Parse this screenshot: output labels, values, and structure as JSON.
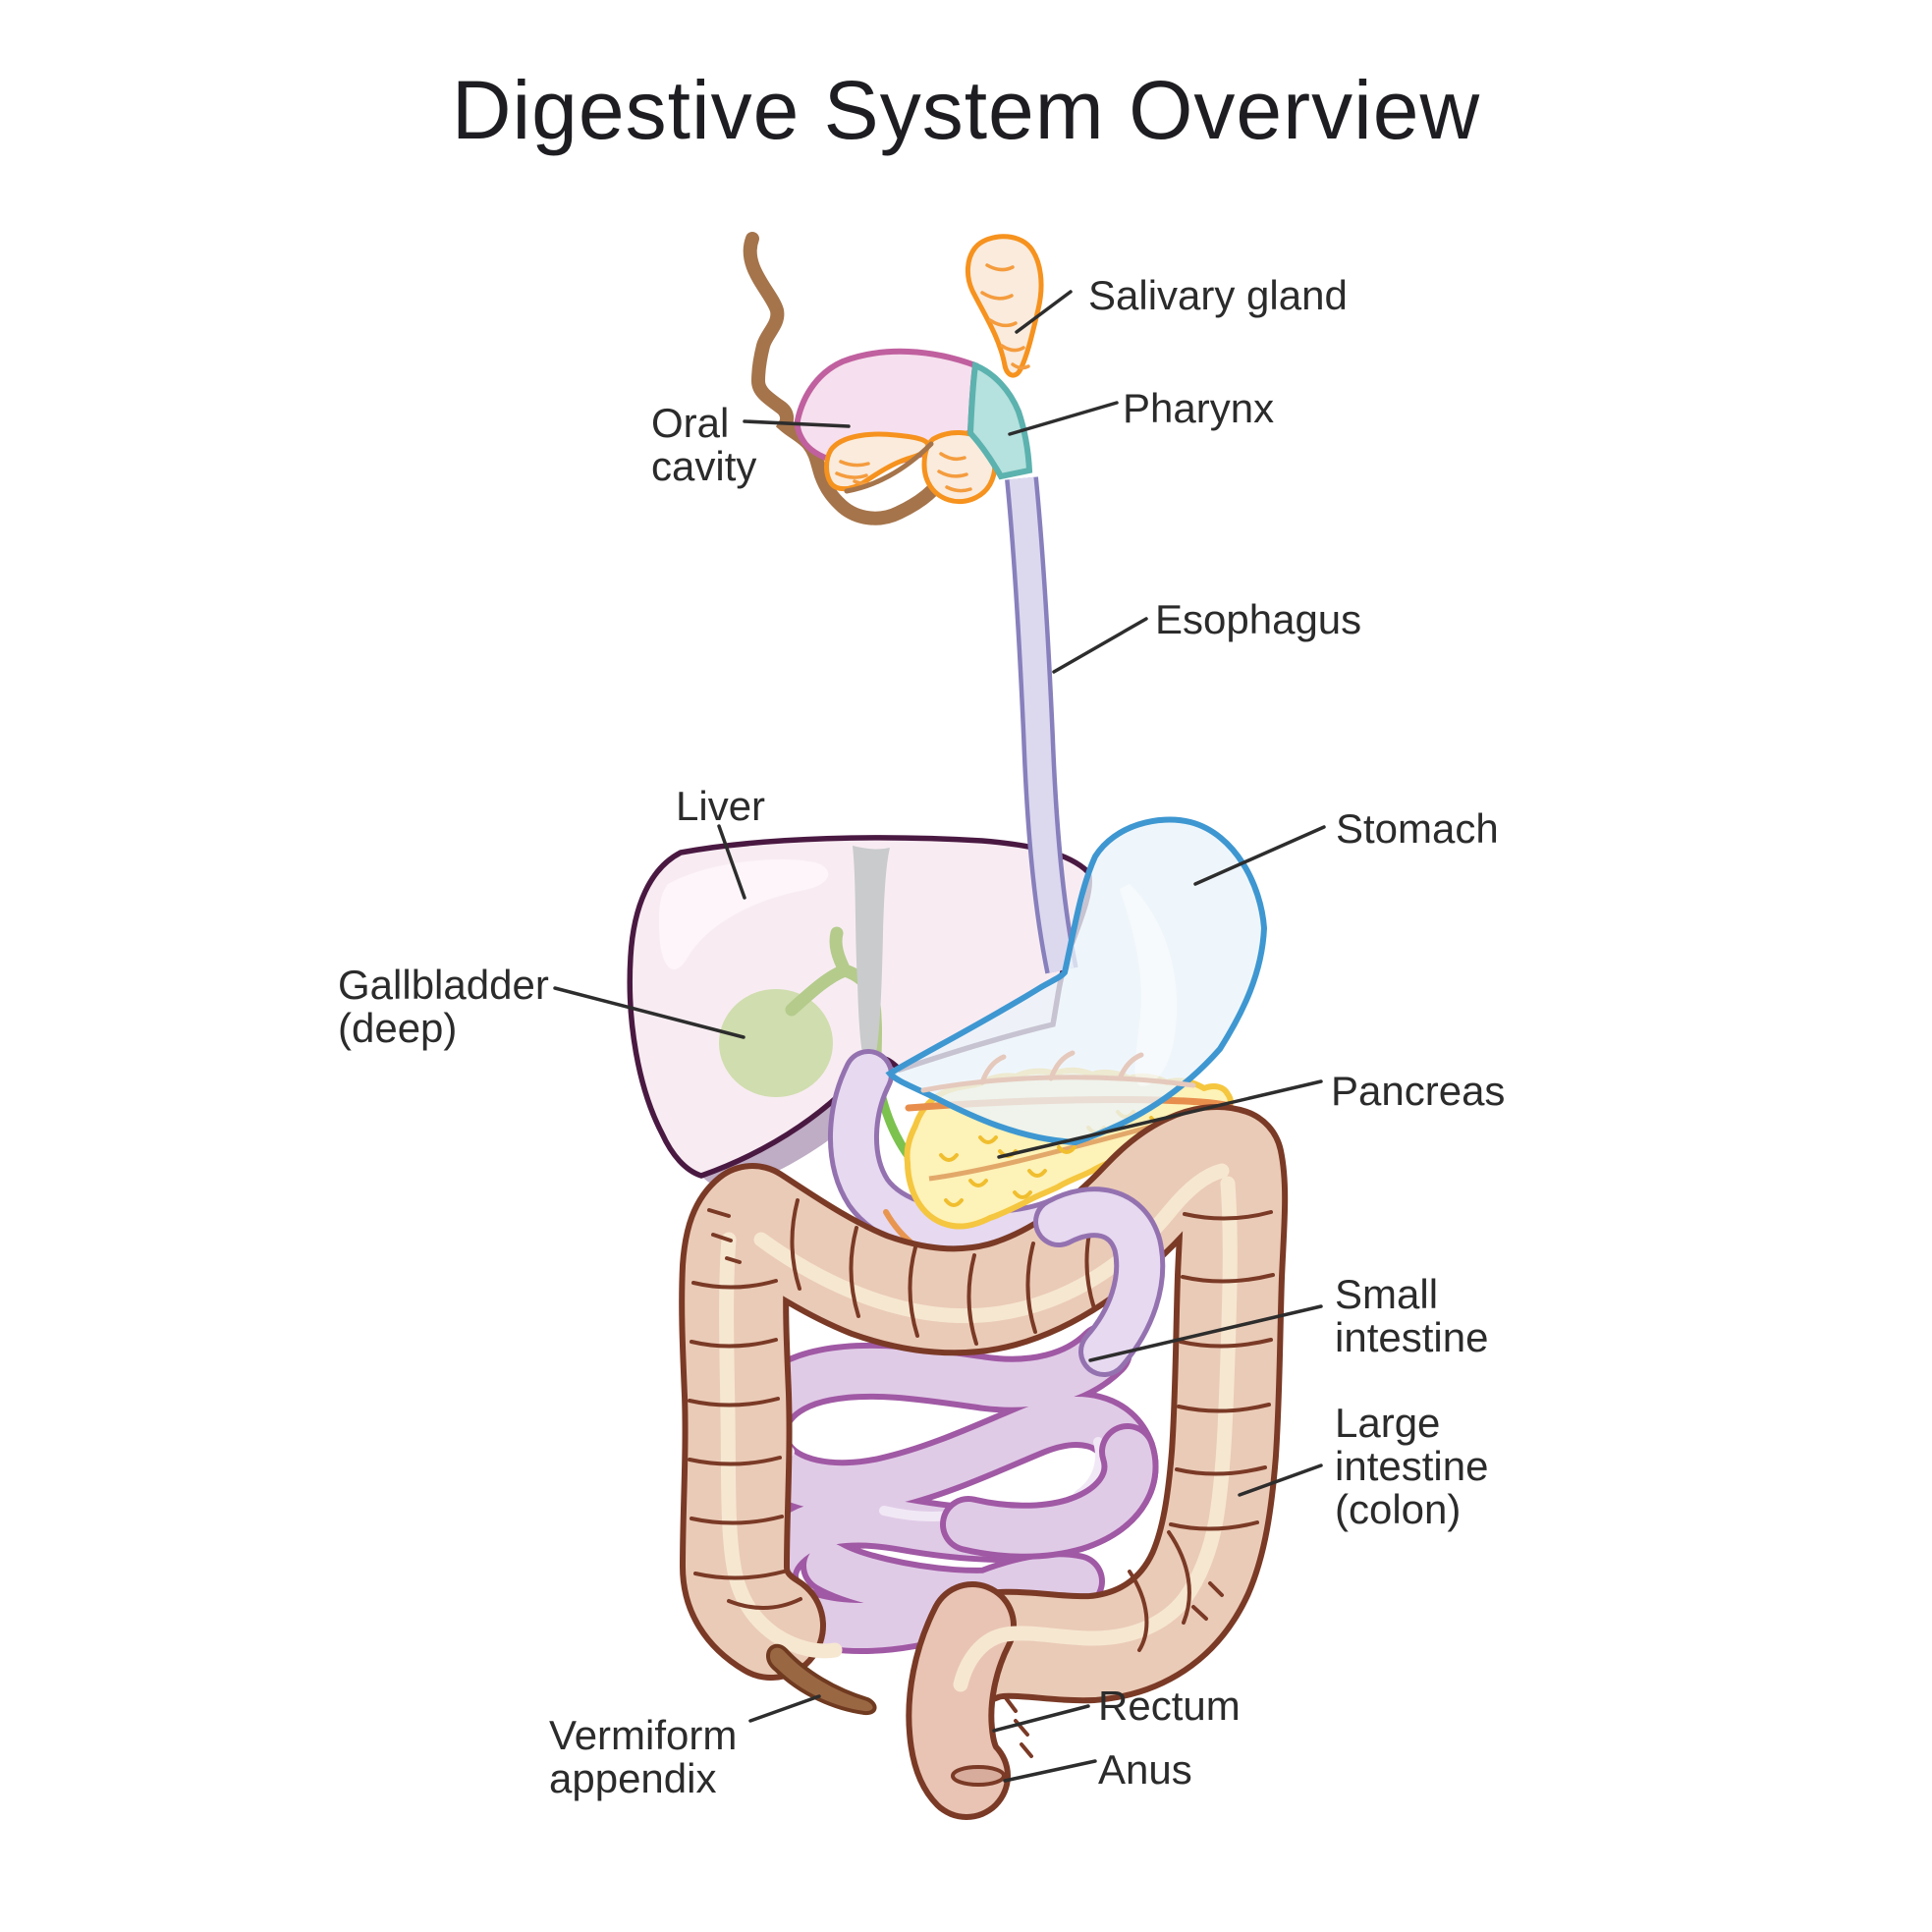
{
  "title": "Digestive System Overview",
  "labels": {
    "salivary_gland": "Salivary gland",
    "pharynx": "Pharynx",
    "oral_cavity": "Oral\ncavity",
    "esophagus": "Esophagus",
    "liver": "Liver",
    "stomach": "Stomach",
    "gallbladder": "Gallbladder\n(deep)",
    "pancreas": "Pancreas",
    "small_intestine": "Small\nintestine",
    "large_intestine": "Large\nintestine\n(colon)",
    "vermiform_appendix": "Vermiform\nappendix",
    "rectum": "Rectum",
    "anus": "Anus"
  },
  "colors": {
    "background": "#ffffff",
    "title_text": "#1e1e22",
    "label_text": "#2b2b2b",
    "leader_line": "#2d2d2d",
    "head_profile": "#a5744b",
    "oral_cavity_fill": "#f6dfee",
    "oral_cavity_outline": "#c0609f",
    "pharynx_fill": "#b5e1de",
    "pharynx_outline": "#5cb2ae",
    "salivary_gland_fill": "#faebdc",
    "salivary_gland_outline": "#f6921e",
    "esophagus_fill": "#e6e2f4",
    "esophagus_outline": "#8780bc",
    "liver_fill": "#f7eaf1",
    "liver_outline": "#4a1942",
    "liver_lower_band": "#bca8c2",
    "falciform_ligament": "#c9cbcc",
    "gallbladder_fill": "#cbdba6",
    "bile_duct": "#7cc24e",
    "stomach_fill": "#ebf4fa",
    "stomach_outline": "#3e97d1",
    "pancreas_fill": "#fdf2b7",
    "pancreas_outline": "#f5c63f",
    "artery": "#e88e4d",
    "duodenum_fill": "#e6d9f0",
    "duodenum_outline": "#9472b0",
    "small_intestine_fill": "#e0cbe7",
    "small_intestine_outline": "#a059a4",
    "colon_fill": "#eacbb7",
    "colon_outline": "#7a3a26",
    "tenia_coli": "#f6e7d1",
    "appendix_fill": "#9a6743",
    "anus_fill": "#d8ac9c"
  }
}
